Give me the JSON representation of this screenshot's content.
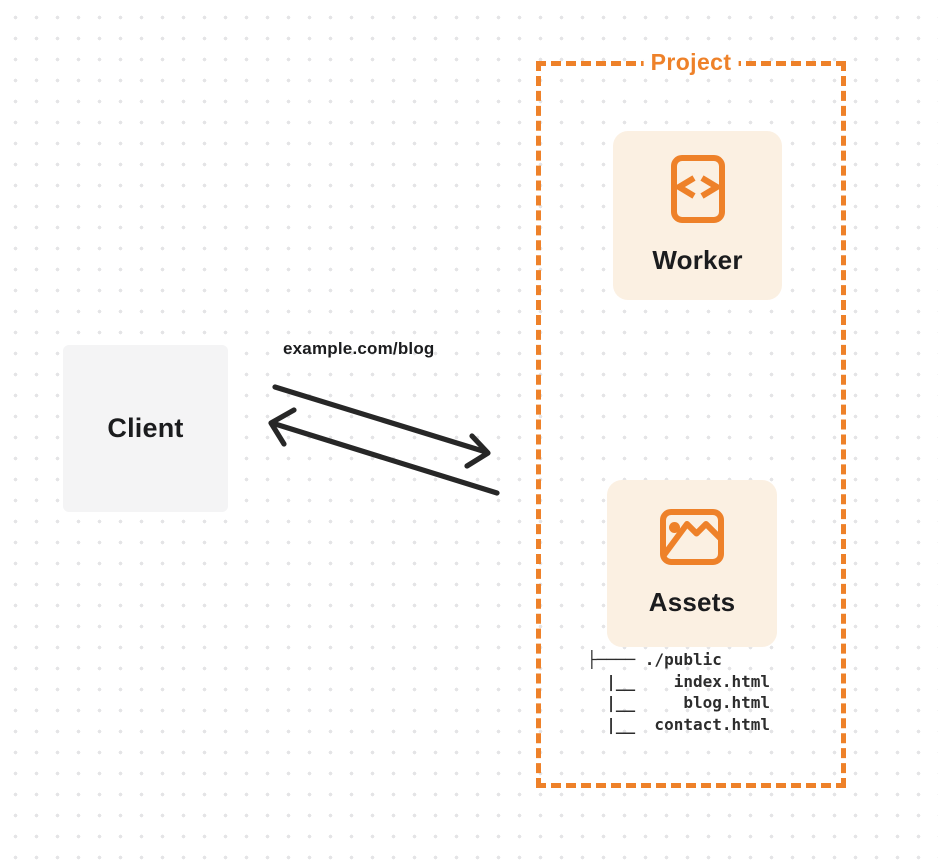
{
  "theme": {
    "accent_orange": "#EE8129",
    "card_fill": "#FBF0E2",
    "client_fill": "#F4F4F5",
    "ink": "#1B1C1E",
    "arrow": "#272727",
    "dot": "#E4E4E6",
    "tree_ink": "#2D2D2D"
  },
  "diagram": {
    "client": {
      "label": "Client"
    },
    "request_label": "example.com/blog",
    "project": {
      "title": "Project",
      "worker": {
        "label": "Worker",
        "icon": "code-file-icon"
      },
      "assets": {
        "label": "Assets",
        "icon": "image-icon"
      },
      "file_tree": {
        "lines": [
          "├──── ./public",
          "  |__    index.html",
          "  |__     blog.html",
          "  |__  contact.html"
        ]
      }
    }
  }
}
